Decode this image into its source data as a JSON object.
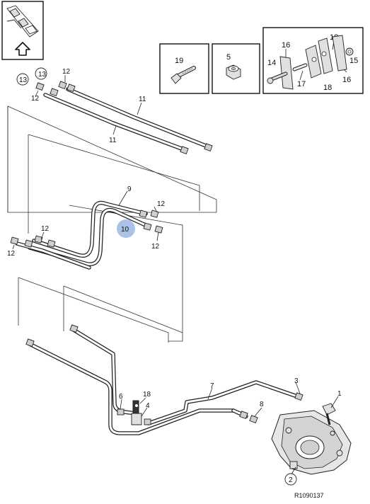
{
  "diagram": {
    "reference_code": "R1090137",
    "highlight_color": "#a9c2e6",
    "orientation_icon": "up-arrow-icon",
    "callouts": {
      "c1": "1",
      "c2": "2",
      "c3": "3",
      "c4": "4",
      "c5": "5",
      "c6": "6",
      "c7": "7",
      "c8": "8",
      "c9": "9",
      "c10": "10",
      "c11a": "11",
      "c11b": "11",
      "c12a": "12",
      "c12b": "12",
      "c12c": "12",
      "c12d": "12",
      "c12e": "12",
      "c12f": "12",
      "c13a": "13",
      "c13b": "13",
      "c14": "14",
      "c15": "15",
      "c16a": "16",
      "c16b": "16",
      "c17": "17",
      "c18a": "18",
      "c18b": "18",
      "c19": "19"
    }
  }
}
